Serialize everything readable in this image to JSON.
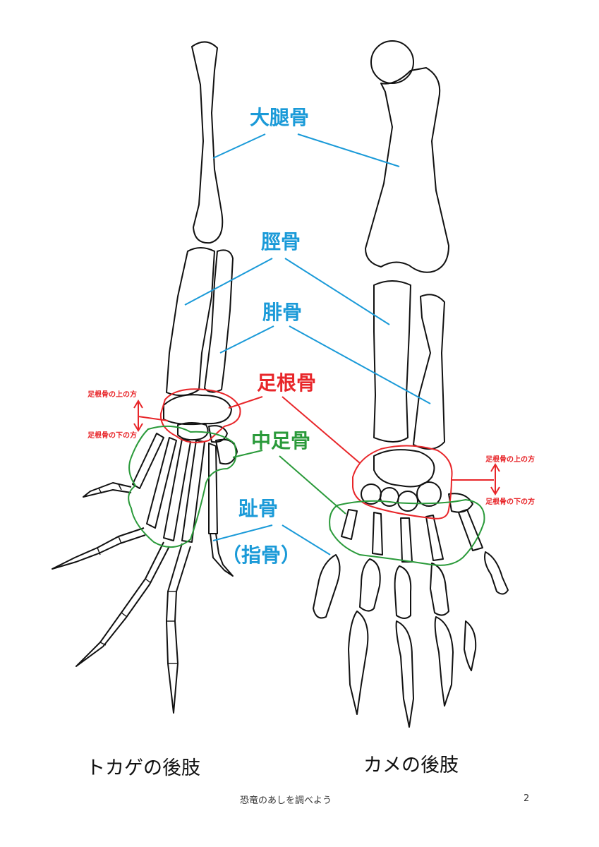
{
  "labels": {
    "femur": "大腿骨",
    "tibia": "脛骨",
    "fibula": "腓骨",
    "tarsal": "足根骨",
    "metatarsal": "中足骨",
    "phalanx": "趾骨",
    "phalanx_alt": "（指骨）",
    "tarsal_upper": "足根骨の上の方",
    "tarsal_lower": "足根骨の下の方"
  },
  "captions": {
    "lizard": "トカゲの後肢",
    "turtle": "カメの後肢"
  },
  "footer": {
    "title": "恐竜のあしを調べよう",
    "page": "2"
  },
  "colors": {
    "blue_label": "#1a9ad8",
    "red_label": "#e8262a",
    "green_label": "#2a9a3a",
    "bone_outline": "#111111"
  }
}
